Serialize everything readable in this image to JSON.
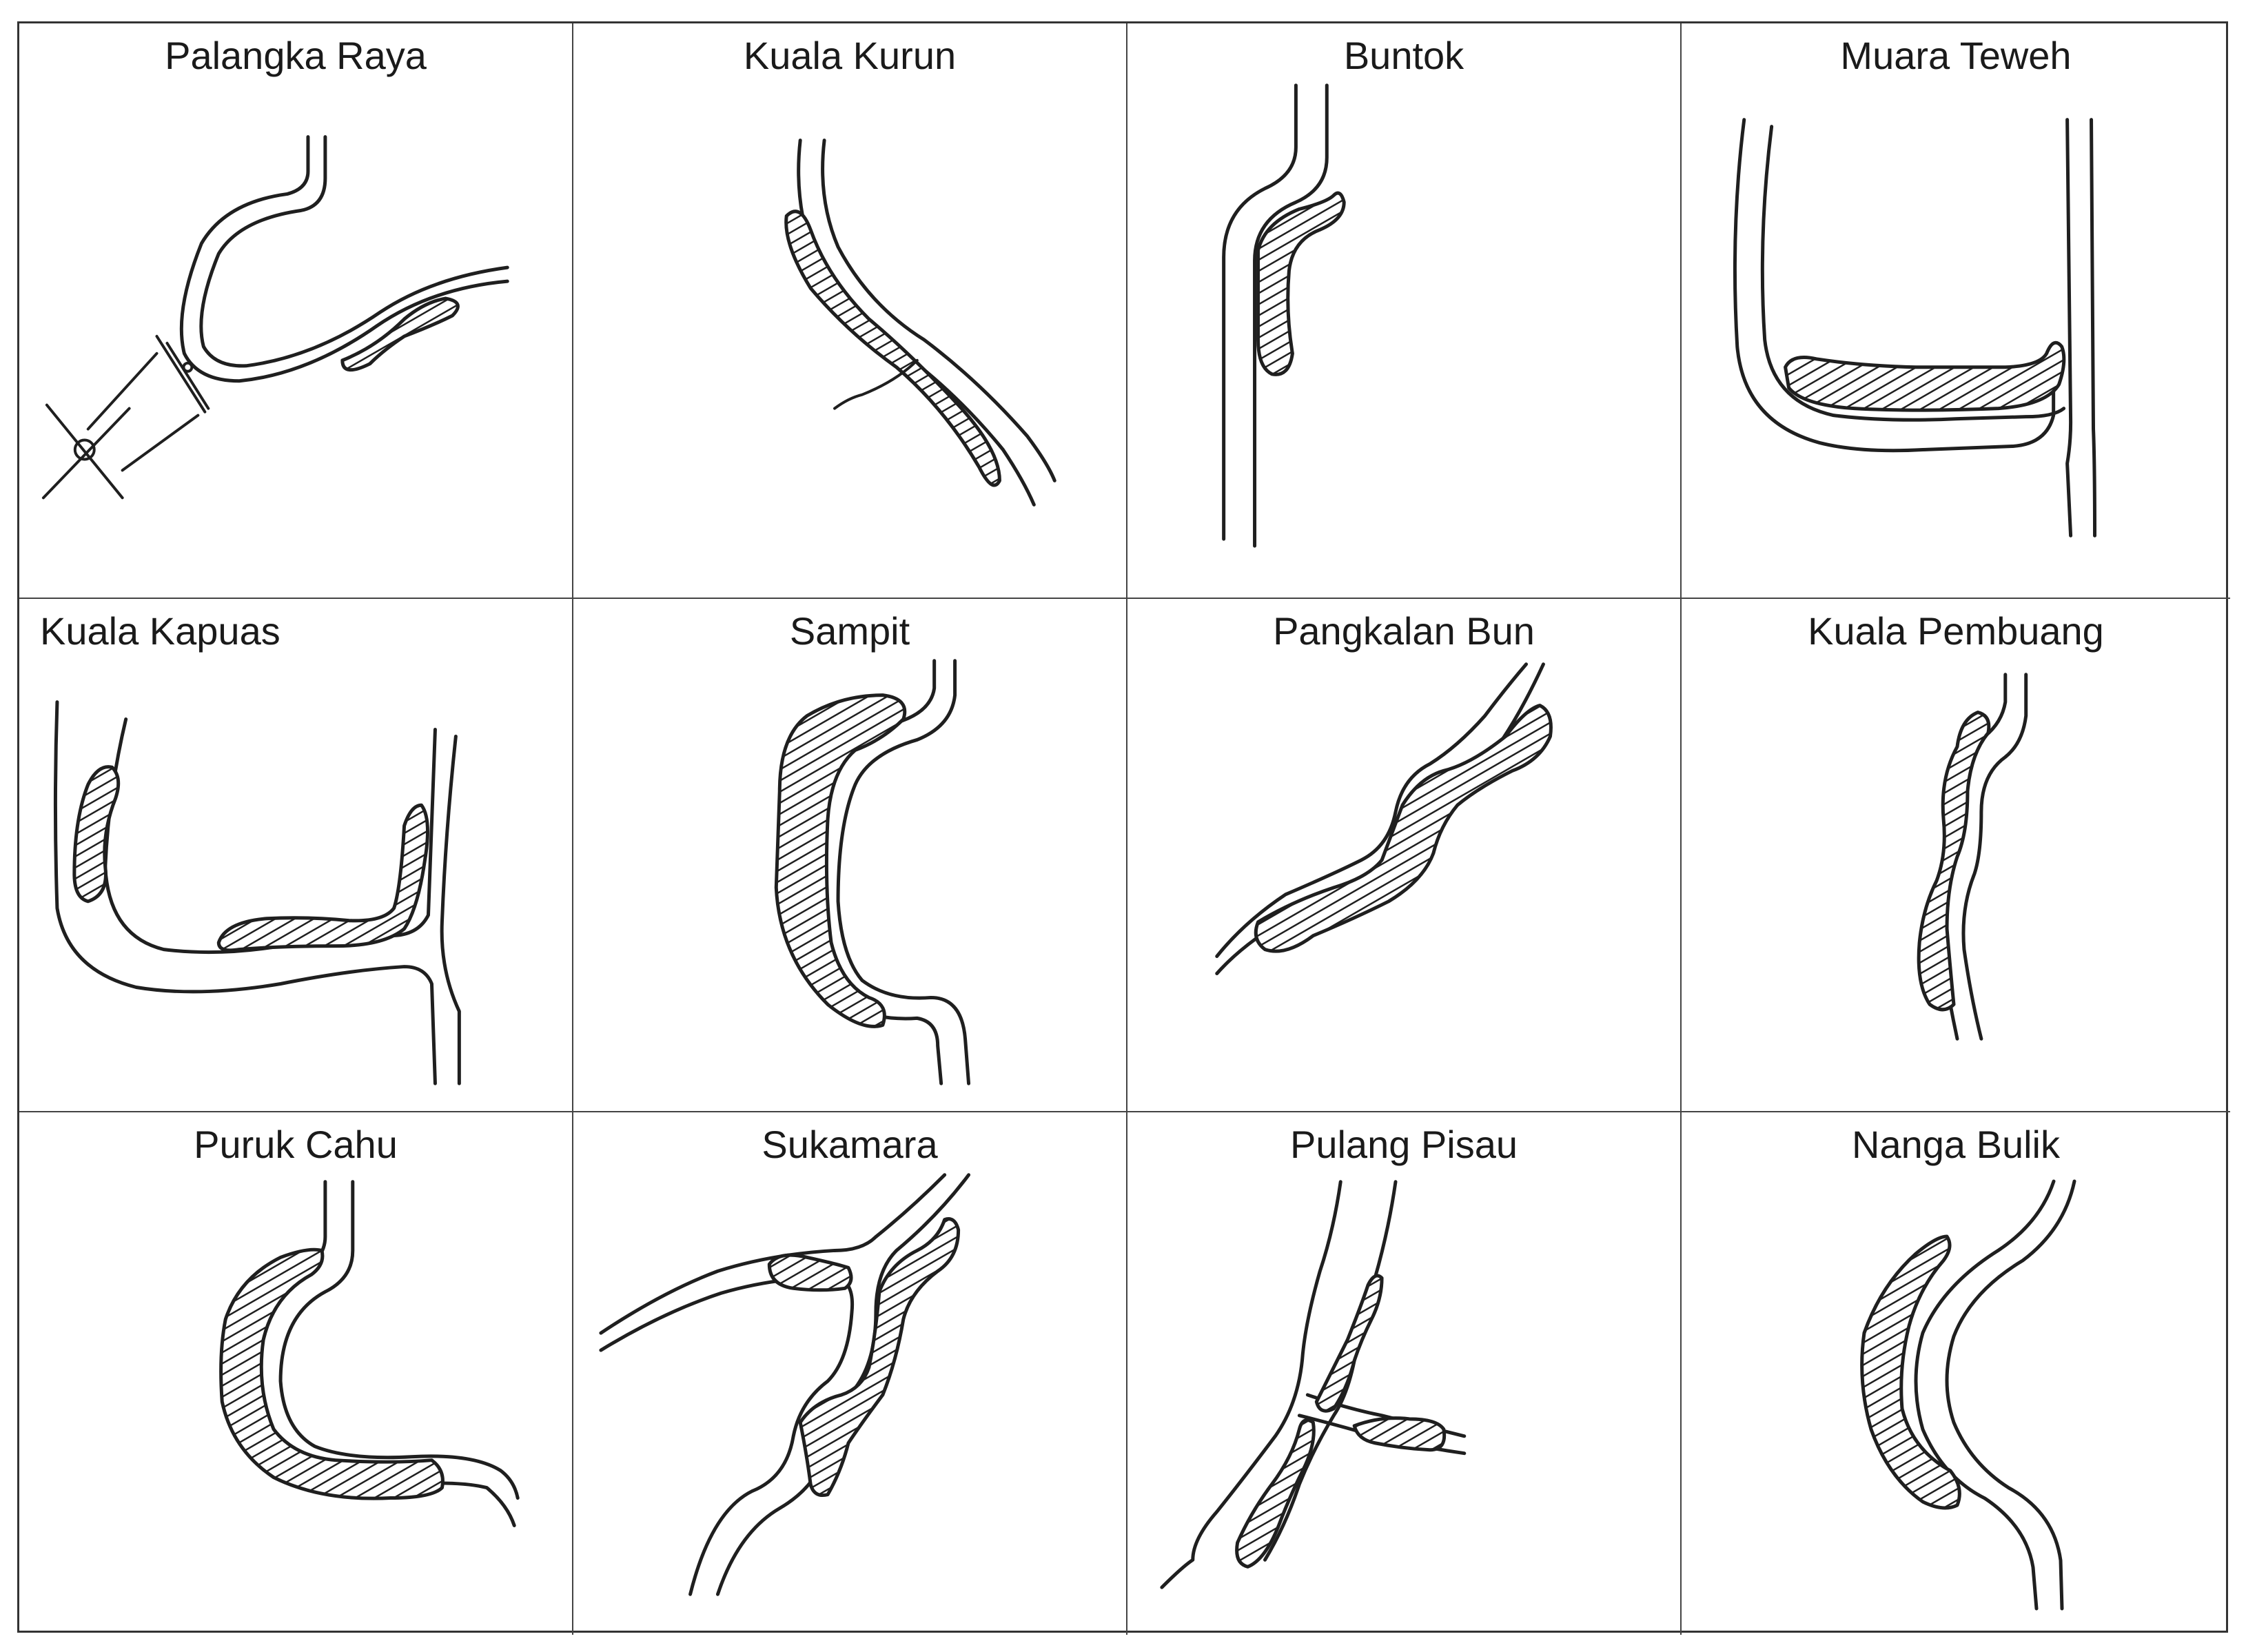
{
  "diagram": {
    "panels": [
      {
        "id": "palangka-raya",
        "label": "Palangka Raya"
      },
      {
        "id": "kuala-kurun",
        "label": "Kuala Kurun"
      },
      {
        "id": "buntok",
        "label": "Buntok"
      },
      {
        "id": "muara-teweh",
        "label": "Muara Teweh"
      },
      {
        "id": "kuala-kapuas",
        "label": "Kuala Kapuas"
      },
      {
        "id": "sampit",
        "label": "Sampit"
      },
      {
        "id": "pangkalan-bun",
        "label": "Pangkalan Bun"
      },
      {
        "id": "kuala-pembuang",
        "label": "Kuala Pembuang"
      },
      {
        "id": "puruk-cahu",
        "label": "Puruk Cahu"
      },
      {
        "id": "sukamara",
        "label": "Sukamara"
      },
      {
        "id": "pulang-pisau",
        "label": "Pulang Pisau"
      },
      {
        "id": "nanga-bulik",
        "label": "Nanga Bulik"
      }
    ],
    "colors": {
      "ink": "#1f1f1f",
      "grid": "#444444",
      "background": "#ffffff"
    }
  }
}
